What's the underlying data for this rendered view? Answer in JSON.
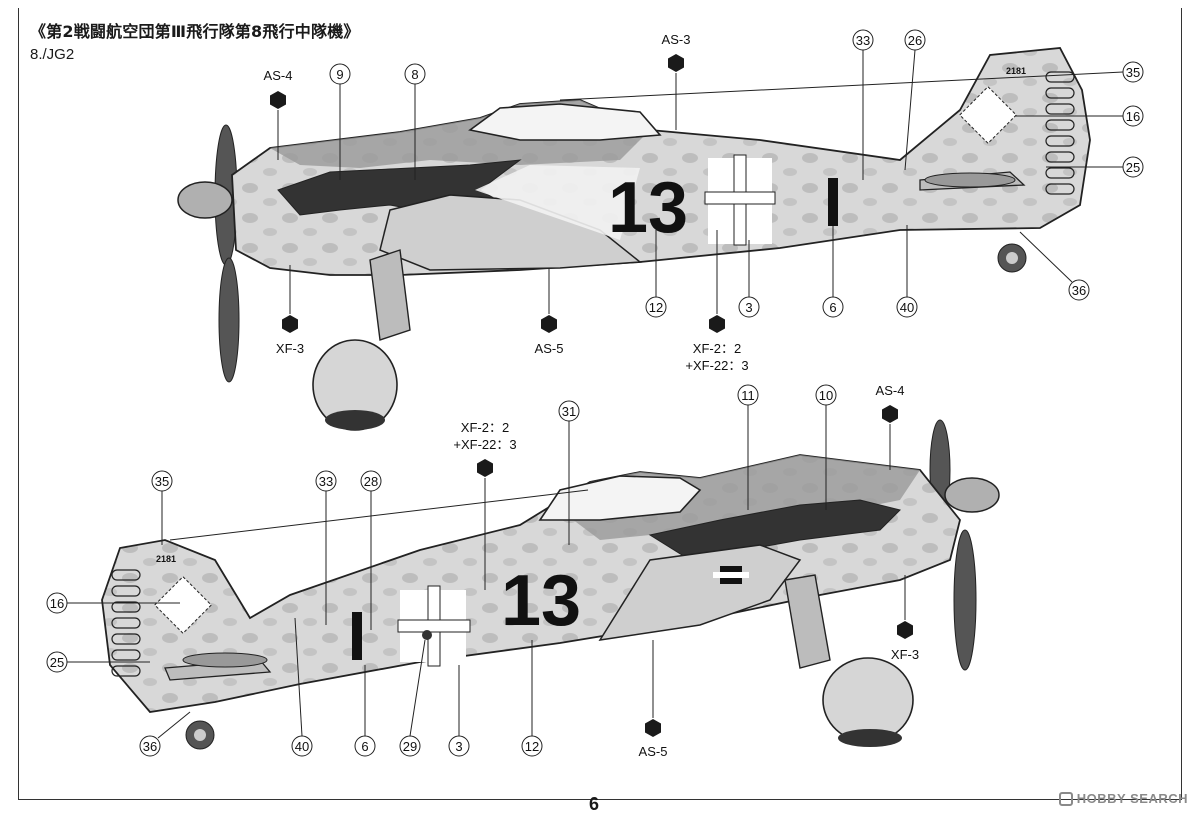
{
  "header": {
    "title": "《第2戦闘航空団第Ⅲ飛行隊第8飛行中隊機》",
    "unit": "8./JG2"
  },
  "page_number": "6",
  "watermark": {
    "text": "HOBBY SEARCH"
  },
  "aircraft_marking": {
    "number": "13",
    "werk_number": "2181"
  },
  "colors": {
    "grey_light": "#e3e3e3",
    "grey_mid": "#c8c8c8",
    "grey_dark": "#a0a0a0",
    "black_green": "#3a3a3a",
    "outline": "#222222"
  },
  "top_view": {
    "paint_callouts": [
      {
        "id": "as4_top",
        "label": "AS-4"
      },
      {
        "id": "as3_top",
        "label": "AS-3"
      },
      {
        "id": "xf3_top",
        "label": "XF-3"
      },
      {
        "id": "as5_top",
        "label": "AS-5"
      },
      {
        "id": "mix_top",
        "line1": "XF-2：2",
        "line2": "+XF-22：3"
      }
    ],
    "part_callouts": [
      "9",
      "8",
      "33",
      "26",
      "35",
      "16",
      "25",
      "36",
      "40",
      "6",
      "3",
      "12"
    ]
  },
  "bottom_view": {
    "paint_callouts": [
      {
        "id": "mix_bot",
        "line1": "XF-2：2",
        "line2": "+XF-22：3"
      },
      {
        "id": "as4_bot",
        "label": "AS-4"
      },
      {
        "id": "xf3_bot",
        "label": "XF-3"
      },
      {
        "id": "as5_bot",
        "label": "AS-5"
      }
    ],
    "part_callouts": [
      "31",
      "11",
      "10",
      "35",
      "33",
      "28",
      "16",
      "25",
      "36",
      "40",
      "6",
      "29",
      "3",
      "12"
    ]
  }
}
